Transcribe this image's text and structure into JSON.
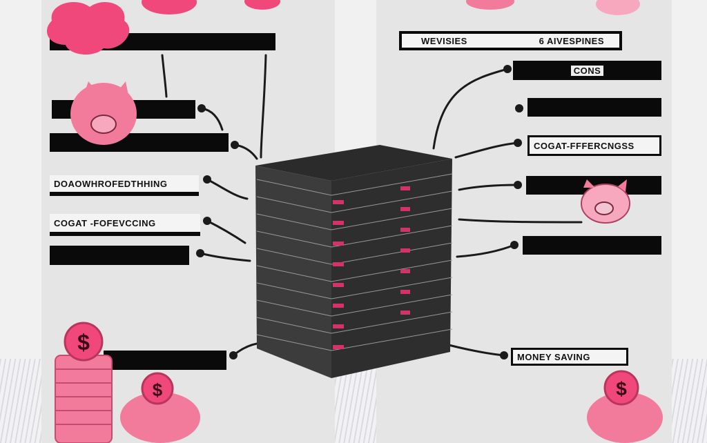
{
  "labels": {
    "header_left": "WEVISIES",
    "header_right": "6 AIVESPINES",
    "cons": "CONS",
    "cost_right": "COGAT-FFFERCNGSS",
    "download": "DOAOWHROFEDTHHING",
    "cost_left": "COGAT -FOFEVCCING",
    "money_saving": "MONEY SAVING"
  },
  "icons": [
    "piggy-bank-icon",
    "dollar-coin-icon",
    "coin-stack-icon",
    "server-rack-icon"
  ],
  "colors": {
    "pink": "#f27a9b",
    "hot_pink": "#f0487a",
    "black": "#0a0a0a",
    "panel": "#e6e5e5"
  }
}
